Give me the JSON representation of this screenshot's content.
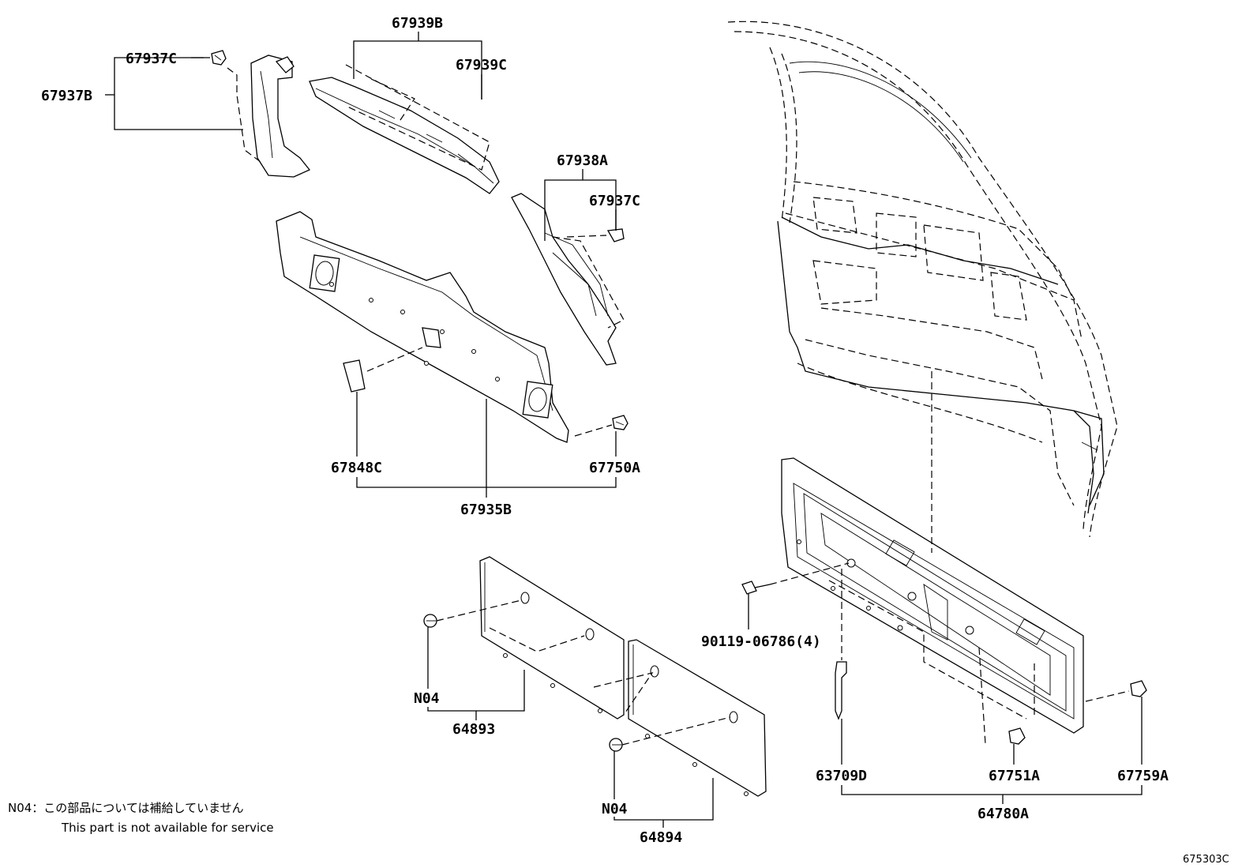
{
  "labels": {
    "p67939B": "67939B",
    "p67937C_top": "67937C",
    "p67939C": "67939C",
    "p67937B": "67937B",
    "p67938A": "67938A",
    "p67937C_right": "67937C",
    "p67848C": "67848C",
    "p67750A": "67750A",
    "p67935B": "67935B",
    "p90119": "90119-06786(4)",
    "n04_left": "N04",
    "p64893": "64893",
    "n04_right": "N04",
    "p64894": "64894",
    "p63709D": "63709D",
    "p67751A": "67751A",
    "p67759A": "67759A",
    "p64780A": "64780A"
  },
  "notes": {
    "n04_note_jp": "N04：この部品については補給していません",
    "n04_note_en": "This part is not available for service"
  },
  "reference": "675303C"
}
